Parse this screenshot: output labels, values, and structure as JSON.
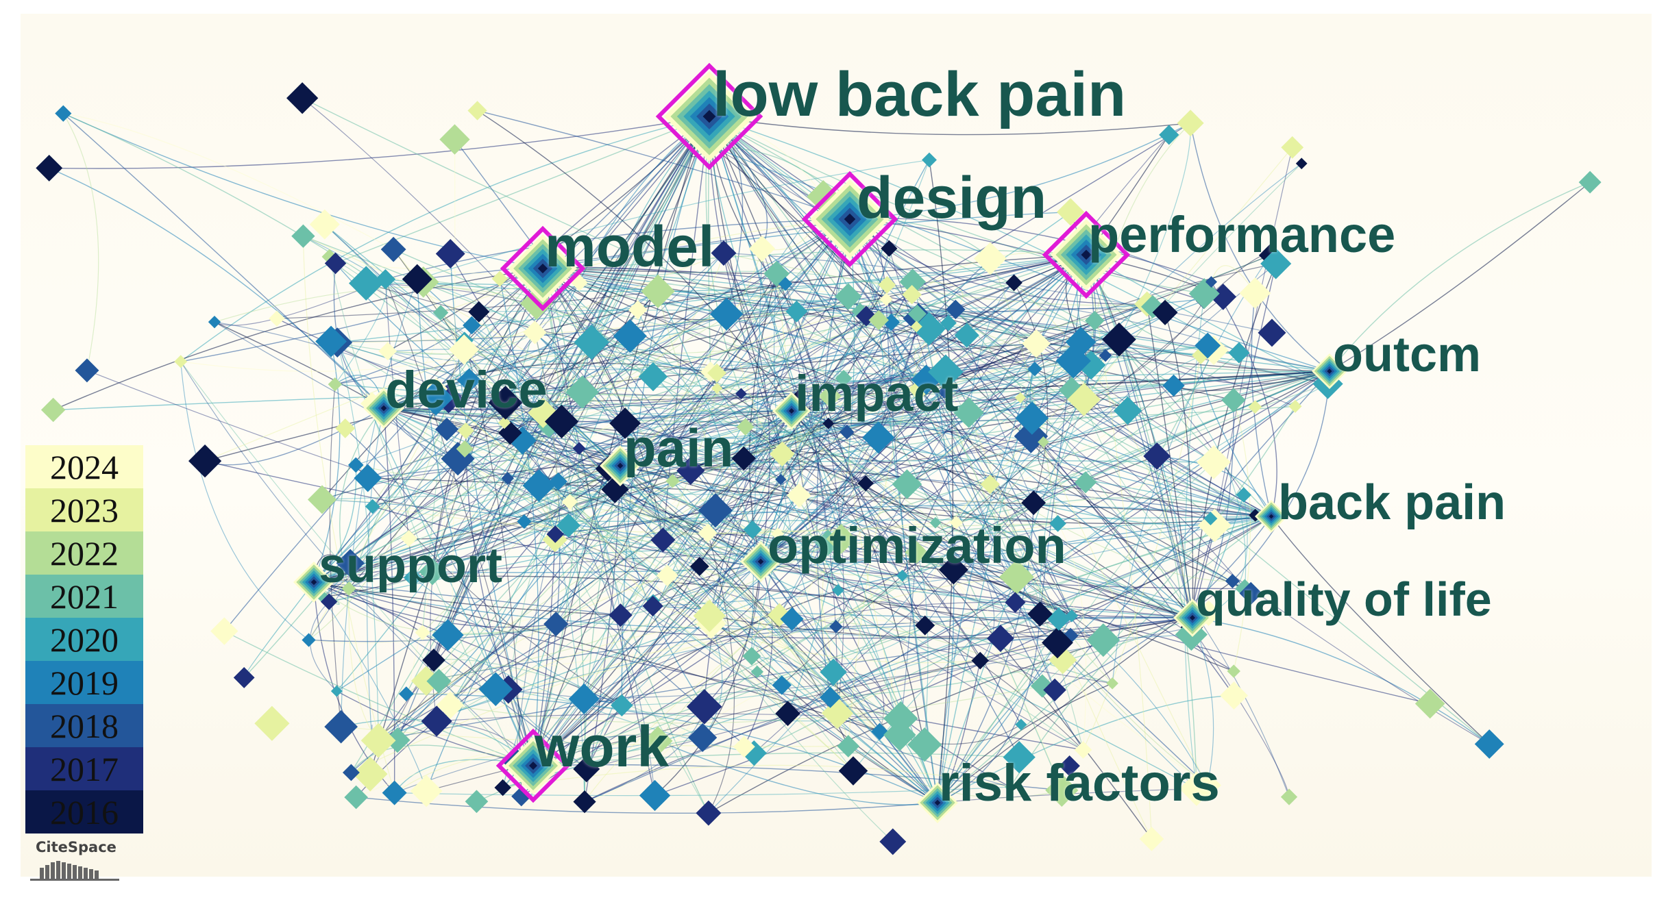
{
  "legend": {
    "years": [
      {
        "label": "2024",
        "color": "#fdfdc9"
      },
      {
        "label": "2023",
        "color": "#e6f2a0"
      },
      {
        "label": "2022",
        "color": "#b4dd96"
      },
      {
        "label": "2021",
        "color": "#6cc0a8"
      },
      {
        "label": "2020",
        "color": "#36a6b8"
      },
      {
        "label": "2019",
        "color": "#1f82b8"
      },
      {
        "label": "2018",
        "color": "#23569a"
      },
      {
        "label": "2017",
        "color": "#1f2f7a"
      },
      {
        "label": "2016",
        "color": "#0a1747"
      }
    ]
  },
  "keywords": [
    {
      "id": "low-back-pain",
      "label": "low back pain",
      "year": "2016",
      "size": "xl",
      "burst": true
    },
    {
      "id": "design",
      "label": "design",
      "year": "2017",
      "size": "l",
      "burst": true
    },
    {
      "id": "model",
      "label": "model",
      "year": "2018",
      "size": "l",
      "burst": true
    },
    {
      "id": "performance",
      "label": "performance",
      "year": "2018",
      "size": "m",
      "burst": true
    },
    {
      "id": "outcm",
      "label": "outcm",
      "year": "2020",
      "size": "m",
      "burst": false
    },
    {
      "id": "device",
      "label": "device",
      "year": "2019",
      "size": "m",
      "burst": false
    },
    {
      "id": "impact",
      "label": "impact",
      "year": "2019",
      "size": "m",
      "burst": false
    },
    {
      "id": "pain",
      "label": "pain",
      "year": "2020",
      "size": "m",
      "burst": false
    },
    {
      "id": "back-pain",
      "label": "back pain",
      "year": "2019",
      "size": "m",
      "burst": false
    },
    {
      "id": "optimization",
      "label": "optimization",
      "year": "2019",
      "size": "m",
      "burst": false
    },
    {
      "id": "support",
      "label": "support",
      "year": "2017",
      "size": "m",
      "burst": false
    },
    {
      "id": "quality-of-life",
      "label": "quality of life",
      "year": "2021",
      "size": "m",
      "burst": false
    },
    {
      "id": "work",
      "label": "work",
      "year": "2017",
      "size": "m",
      "burst": true
    },
    {
      "id": "risk-factors",
      "label": "risk factors",
      "year": "2022",
      "size": "m",
      "burst": false
    }
  ],
  "branding": {
    "logo_text": "CiteSpace"
  }
}
